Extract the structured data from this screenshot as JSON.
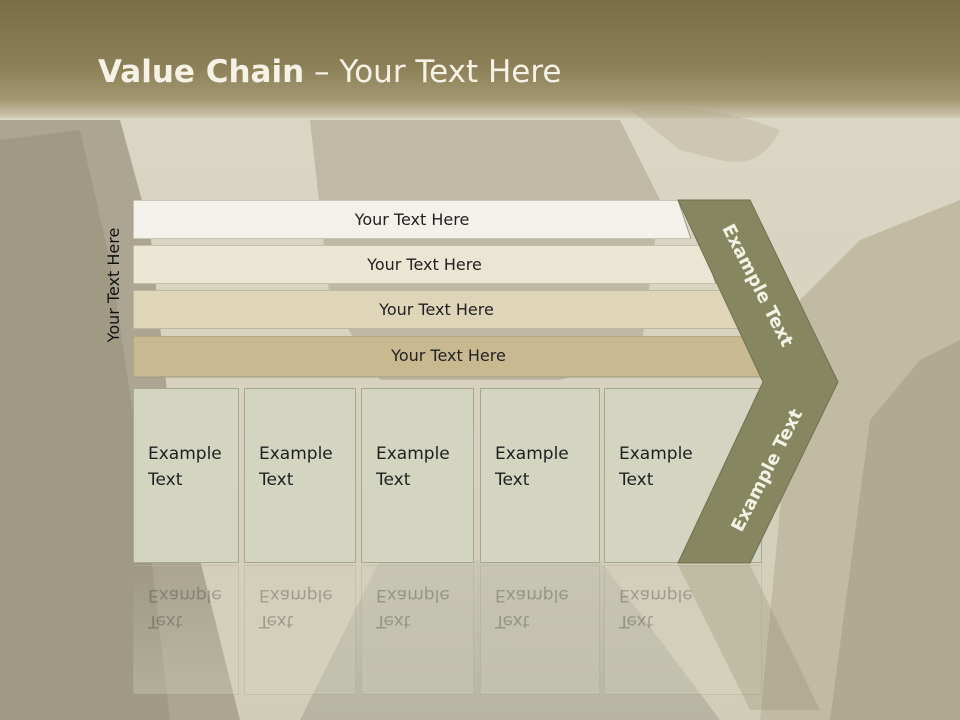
{
  "title": {
    "bold": "Value Chain",
    "rest": " – Your Text Here"
  },
  "side_label": "Your Text Here",
  "bars": [
    {
      "label": "Your Text Here",
      "color": "#f3f1ea"
    },
    {
      "label": "Your Text Here",
      "color": "#ebe5d4"
    },
    {
      "label": "Your Text Here",
      "color": "#dfd5b9"
    },
    {
      "label": "Your Text Here",
      "color": "#c9b990"
    }
  ],
  "boxes": [
    {
      "line1": "Example",
      "line2": "Text"
    },
    {
      "line1": "Example",
      "line2": "Text"
    },
    {
      "line1": "Example",
      "line2": "Text"
    },
    {
      "line1": "Example",
      "line2": "Text"
    },
    {
      "line1": "Example",
      "line2": "Text"
    }
  ],
  "arrow": {
    "upper_label": "Example Text",
    "lower_label": "Example Text",
    "color": "#868761"
  }
}
